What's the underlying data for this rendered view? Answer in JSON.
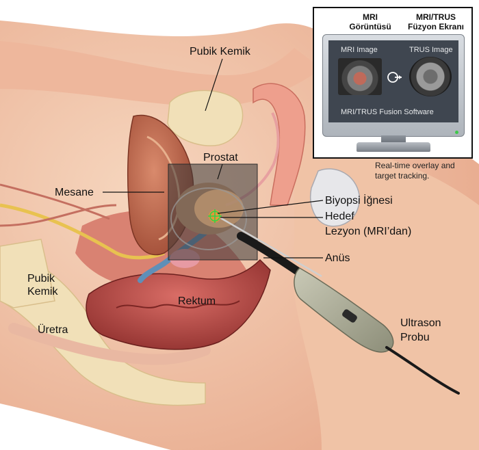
{
  "labels": {
    "pubic_bone_top": "Pubik Kemik",
    "prostate": "Prostat",
    "bladder": "Mesane",
    "biopsy_needle": "Biyopsi İğnesi",
    "target": "Hedef",
    "lesion": "Lezyon (MRI’dan)",
    "anus": "Anüs",
    "pubic_bone_left_1": "Pubik",
    "pubic_bone_left_2": "Kemik",
    "rectum": "Rektum",
    "urethra": "Üretra",
    "probe_1": "Ultrason",
    "probe_2": "Probu"
  },
  "monitor": {
    "left_header_1": "MRI",
    "left_header_2": "Görüntüsü",
    "right_header_1": "MRI/TRUS",
    "right_header_2": "Füzyon Ekranı",
    "mri_label": "MRI Image",
    "trus_label": "TRUS Image",
    "software_label": "MRI/TRUS Fusion Software"
  },
  "caption": {
    "line1": "Real-time overlay and",
    "line2": "target tracking."
  },
  "colors": {
    "skin": "#f2c7aa",
    "tissue": "#e8a38d",
    "muscle": "#c9756a",
    "bone": "#f1e0b8",
    "bladder": "#c4684d",
    "rectum": "#b84a46",
    "urethra": "#5f8fb8",
    "needle_target": "#2fd24a",
    "probe": "#a7a893"
  }
}
